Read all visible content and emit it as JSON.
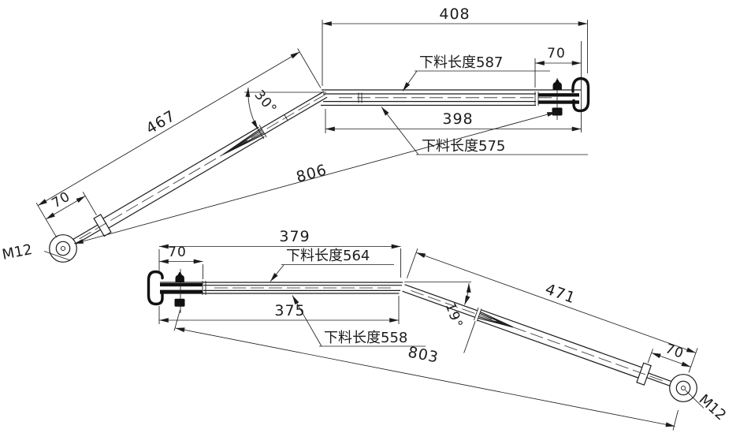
{
  "drawing": {
    "title_hint": "bent tube rod assembly drawing",
    "background_color": "#ffffff",
    "line_color": "#1c1c1c",
    "top_part": {
      "dim_top_straight": "408",
      "dim_end_offset": "70",
      "label_cut_length_long": "下料长度587",
      "dim_straight": "398",
      "label_cut_length_short": "下料长度575",
      "dim_slant": "467",
      "angle": "30°",
      "dim_overall": "806",
      "dim_eye_offset": "70",
      "thread_label": "M12"
    },
    "bottom_part": {
      "dim_top_straight": "379",
      "dim_end_offset": "70",
      "label_cut_length_long": "下料长度564",
      "dim_straight": "375",
      "label_cut_length_short": "下料长度558",
      "dim_overall": "803",
      "dim_slant": "471",
      "angle": "19°",
      "dim_eye_offset": "70",
      "thread_label": "M12"
    }
  }
}
